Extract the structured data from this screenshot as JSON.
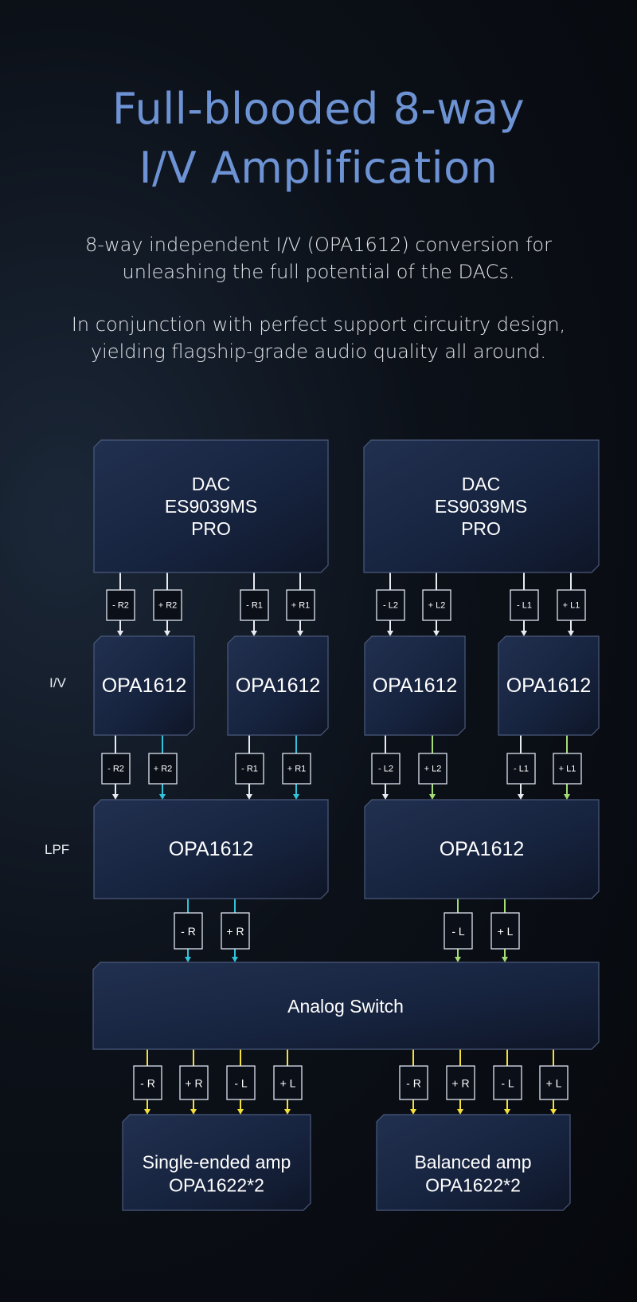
{
  "header": {
    "title_line1": "Full-blooded 8-way",
    "title_line2": "I/V Amplification"
  },
  "description": {
    "para1_line1": "8-way independent I/V (OPA1612) conversion for",
    "para1_line2": "unleashing the full potential of the DACs.",
    "para2_line1": "In conjunction with perfect support circuitry design,",
    "para2_line2": "yielding flagship-grade audio quality all around."
  },
  "colors": {
    "white_line": "#e8ebf1",
    "cyan_line": "#2fc4dc",
    "green_line": "#a6dc76",
    "yellow_line": "#f3e03a",
    "title": "#6d93d4"
  },
  "diagram": {
    "side_labels": {
      "iv": "I/V",
      "lpf": "LPF"
    },
    "dac_left": [
      "DAC",
      "ES9039MS",
      "PRO"
    ],
    "dac_right": [
      "DAC",
      "ES9039MS",
      "PRO"
    ],
    "iv_chips": [
      "OPA1612",
      "OPA1612",
      "OPA1612",
      "OPA1612"
    ],
    "lpf_chips": [
      "OPA1612",
      "OPA1612"
    ],
    "switch": "Analog Switch",
    "amp_single": [
      "Single-ended amp",
      "OPA1622*2"
    ],
    "amp_balanced": [
      "Balanced amp",
      "OPA1622*2"
    ],
    "dac_out_labels": [
      "- R2",
      "+ R2",
      "- R1",
      "+ R1",
      "- L2",
      "+ L2",
      "- L1",
      "+ L1"
    ],
    "iv_out_labels": [
      "- R2",
      "+ R2",
      "- R1",
      "+ R1",
      "- L2",
      "+ L2",
      "- L1",
      "+ L1"
    ],
    "lpf_out_labels": [
      "- R",
      "+ R",
      "- L",
      "+ L"
    ],
    "switch_out_labels": [
      "- R",
      "+ R",
      "- L",
      "+ L",
      "- R",
      "+ R",
      "- L",
      "+ L"
    ]
  }
}
